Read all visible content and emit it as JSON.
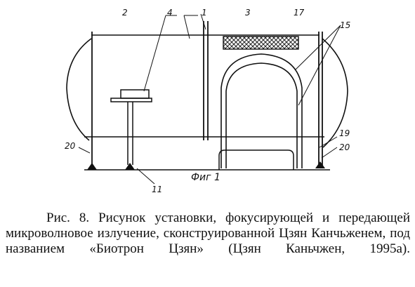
{
  "figure": {
    "labels": {
      "l1": "1",
      "l2": "2",
      "l3": "3",
      "l4": "4",
      "l11": "11",
      "l15": "15",
      "l17": "17",
      "l19": "19",
      "l20a": "20",
      "l20b": "20"
    },
    "fig_caption": "Фиг 1"
  },
  "caption": {
    "text": "Рис. 8. Рисунок установки, фокусирующей и передающей микроволновое излучение, сконструированной Цзян Канчьженем, под названием «Биотрон Цзян» (Цзян Каньчжен, 1995а)."
  }
}
